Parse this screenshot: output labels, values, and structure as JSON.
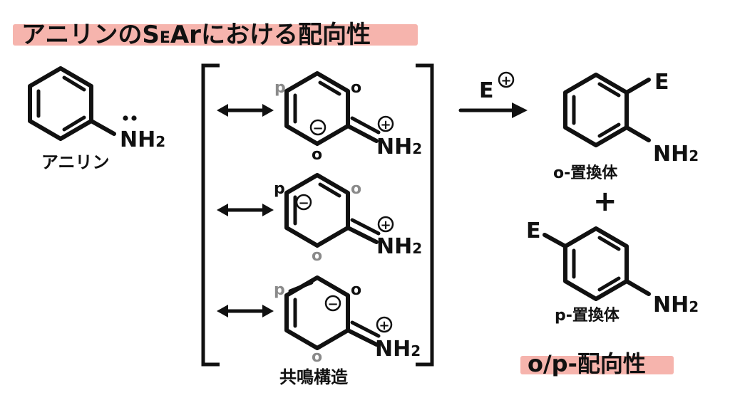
{
  "title": {
    "prefix": "アニリンの",
    "s": "S",
    "e_sub": "E",
    "ar": "Ar",
    "suffix": "における配向性"
  },
  "aniline": {
    "group_n": "N",
    "group_h": "H",
    "group_sub": "2",
    "label": "アニリン"
  },
  "resonance": {
    "caption": "共鳴構造",
    "ortho": "o",
    "para": "p",
    "minus": "−",
    "plus": "+",
    "imine_n": "N",
    "imine_h": "H",
    "imine_sub": "2"
  },
  "reaction": {
    "reagent": "E",
    "plus": "+"
  },
  "products": {
    "electrophile": "E",
    "amine_n": "N",
    "amine_h": "H",
    "amine_sub": "2",
    "ortho_label": "o-置換体",
    "join_plus": "+",
    "para_label": "p-置換体"
  },
  "conclusion": "o/p-配向性",
  "colors": {
    "highlight": "#f6b4ad",
    "position_gray": "#8a8a8a",
    "ink": "#111111"
  }
}
